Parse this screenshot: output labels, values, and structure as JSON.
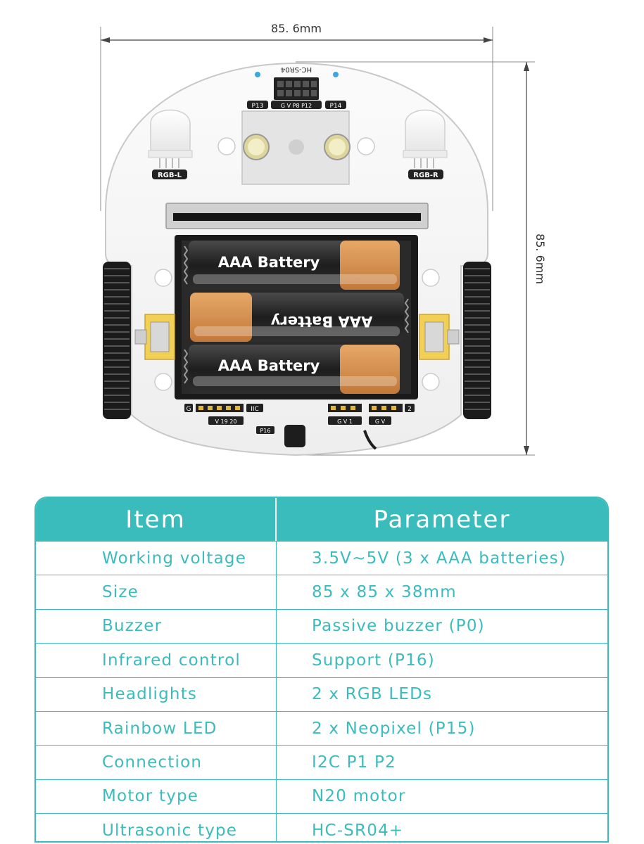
{
  "diagram": {
    "width_label": "85. 6mm",
    "height_label": "85. 6mm",
    "sensor_label": "HC-SR04",
    "pin_labels": {
      "p13": "P13",
      "p14": "P14",
      "gv_pins": "G V P8 P12",
      "rgb_l": "RGB-L",
      "rgb_r": "RGB-R",
      "g": "G",
      "iic": "IIC",
      "v1920": "V 19 20",
      "gv1": "G V 1",
      "gv": "G V",
      "two": "2",
      "p16": "P16"
    },
    "batteries": [
      "AAA Battery",
      "AAA Battery",
      "AAA Battery"
    ]
  },
  "table": {
    "headers": {
      "item": "Item",
      "parameter": "Parameter"
    },
    "rows": [
      {
        "item": "Working voltage",
        "parameter": "3.5V~5V (3 x AAA batteries)"
      },
      {
        "item": "Size",
        "parameter": "85 x 85 x 38mm"
      },
      {
        "item": "Buzzer",
        "parameter": "Passive buzzer (P0)"
      },
      {
        "item": "Infrared control",
        "parameter": "Support (P16)"
      },
      {
        "item": "Headlights",
        "parameter": "2 x RGB LEDs"
      },
      {
        "item": "Rainbow LED",
        "parameter": "2 x Neopixel (P15)"
      },
      {
        "item": "Connection",
        "parameter": "I2C P1 P2"
      },
      {
        "item": "Motor type",
        "parameter": "N20 motor"
      },
      {
        "item": "Ultrasonic type",
        "parameter": "HC-SR04+"
      }
    ]
  },
  "colors": {
    "accent": "#3bbcbc",
    "battery_orange": "#d9904e",
    "board": "#f2f2f2"
  }
}
